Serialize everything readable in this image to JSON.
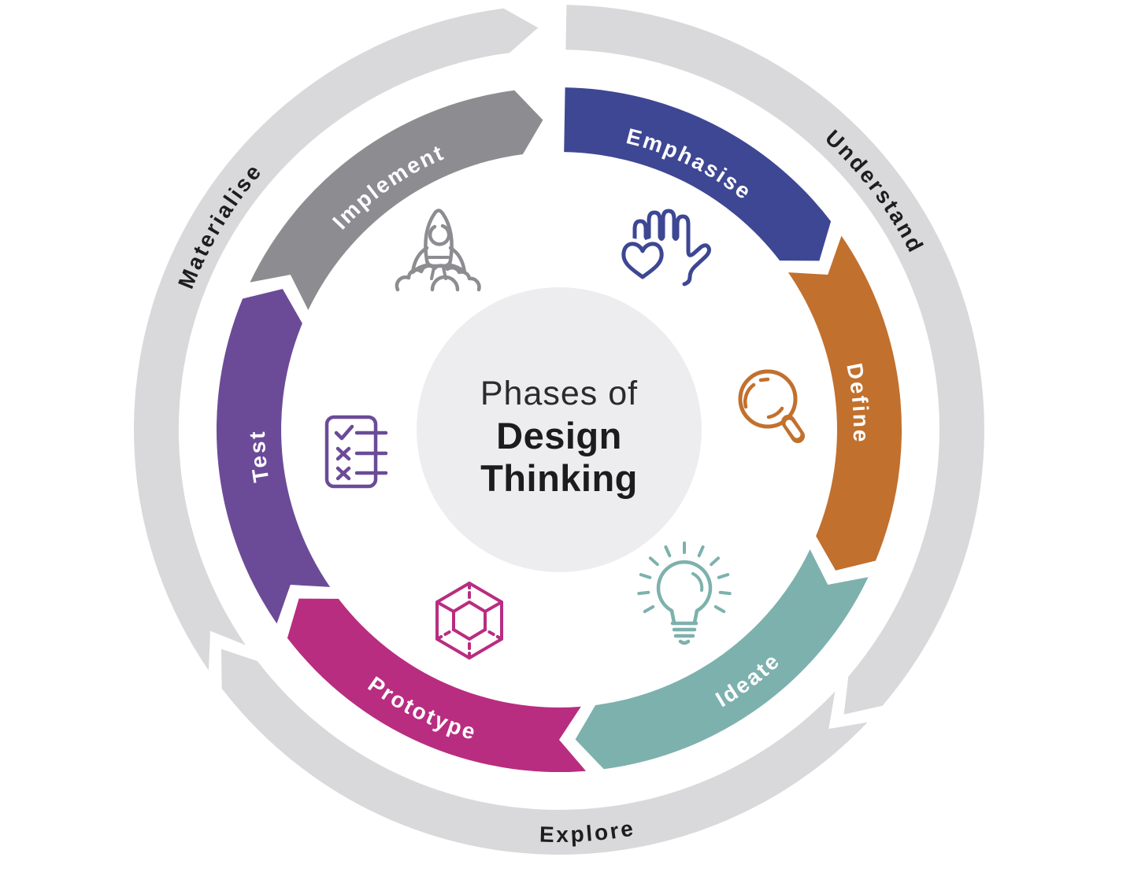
{
  "diagram": {
    "center_title": {
      "line1": "Phases of",
      "line2": "Design",
      "line3": "Thinking"
    },
    "inner_segments": [
      {
        "id": "emphasise",
        "label": "Emphasise",
        "color": "#3e4793",
        "icon": "hand-heart-icon",
        "start": 1,
        "end": 52.5,
        "tail": "flat",
        "label_angle": 26,
        "label_dir": "cw"
      },
      {
        "id": "define",
        "label": "Define",
        "color": "#c2702e",
        "icon": "magnifier-icon",
        "start": 55.5,
        "end": 112.5,
        "tail": "notch",
        "label_angle": 85,
        "label_dir": "cw"
      },
      {
        "id": "ideate",
        "label": "Ideate",
        "color": "#7db1ad",
        "icon": "lightbulb-icon",
        "start": 115.5,
        "end": 172.5,
        "tail": "notch",
        "label_angle": 143,
        "label_dir": "ccw"
      },
      {
        "id": "prototype",
        "label": "Prototype",
        "color": "#b82d80",
        "icon": "cube-icon",
        "start": 175.5,
        "end": 232.5,
        "tail": "notch",
        "label_angle": 206,
        "label_dir": "ccw"
      },
      {
        "id": "test",
        "label": "Test",
        "color": "#6b4b98",
        "icon": "checklist-icon",
        "start": 235.5,
        "end": 292.5,
        "tail": "notch",
        "label_angle": 265,
        "label_dir": "cw"
      },
      {
        "id": "implement",
        "label": "Implement",
        "color": "#8d8d91",
        "icon": "rocket-icon",
        "start": 295.5,
        "end": 352.5,
        "tail": "notch",
        "label_angle": 325,
        "label_dir": "cw"
      }
    ],
    "outer_segments": [
      {
        "id": "understand",
        "label": "Understand",
        "start": 1,
        "end": 130.5,
        "tail": "flat",
        "label_angle": 53,
        "label_dir": "cw"
      },
      {
        "id": "explore",
        "label": "Explore",
        "start": 133.5,
        "end": 232.5,
        "tail": "notch",
        "label_angle": 176,
        "label_dir": "ccw"
      },
      {
        "id": "materialise",
        "label": "Materialise",
        "start": 235.5,
        "end": 352.5,
        "tail": "notch",
        "label_angle": 301,
        "label_dir": "cw"
      }
    ],
    "colors": {
      "outer_ring": "#d9d9db",
      "outer_label": "#1d1d1f",
      "center_circle": "#ededef",
      "title": "#2b2b2d",
      "segment_label": "#ffffff"
    }
  }
}
